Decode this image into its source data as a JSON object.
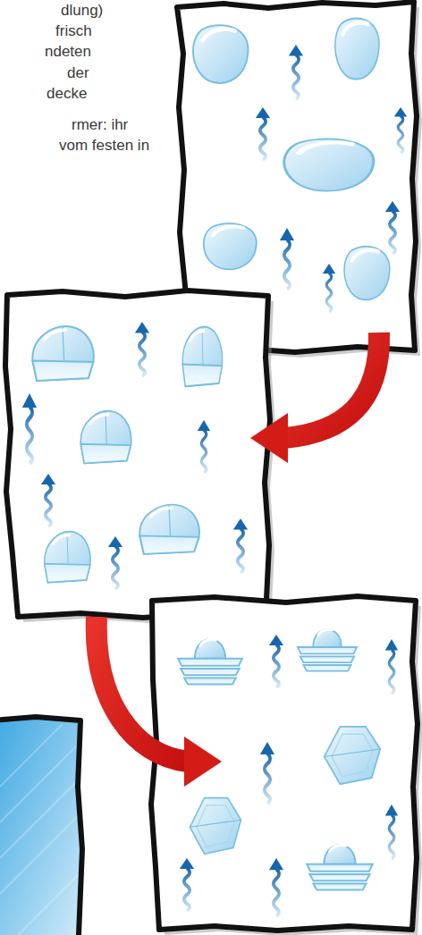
{
  "diagram": {
    "labels": [
      "dlung)",
      "frisch",
      "ndeten",
      "der",
      "decke",
      "rmer: ihr",
      "vom festen in"
    ]
  }
}
